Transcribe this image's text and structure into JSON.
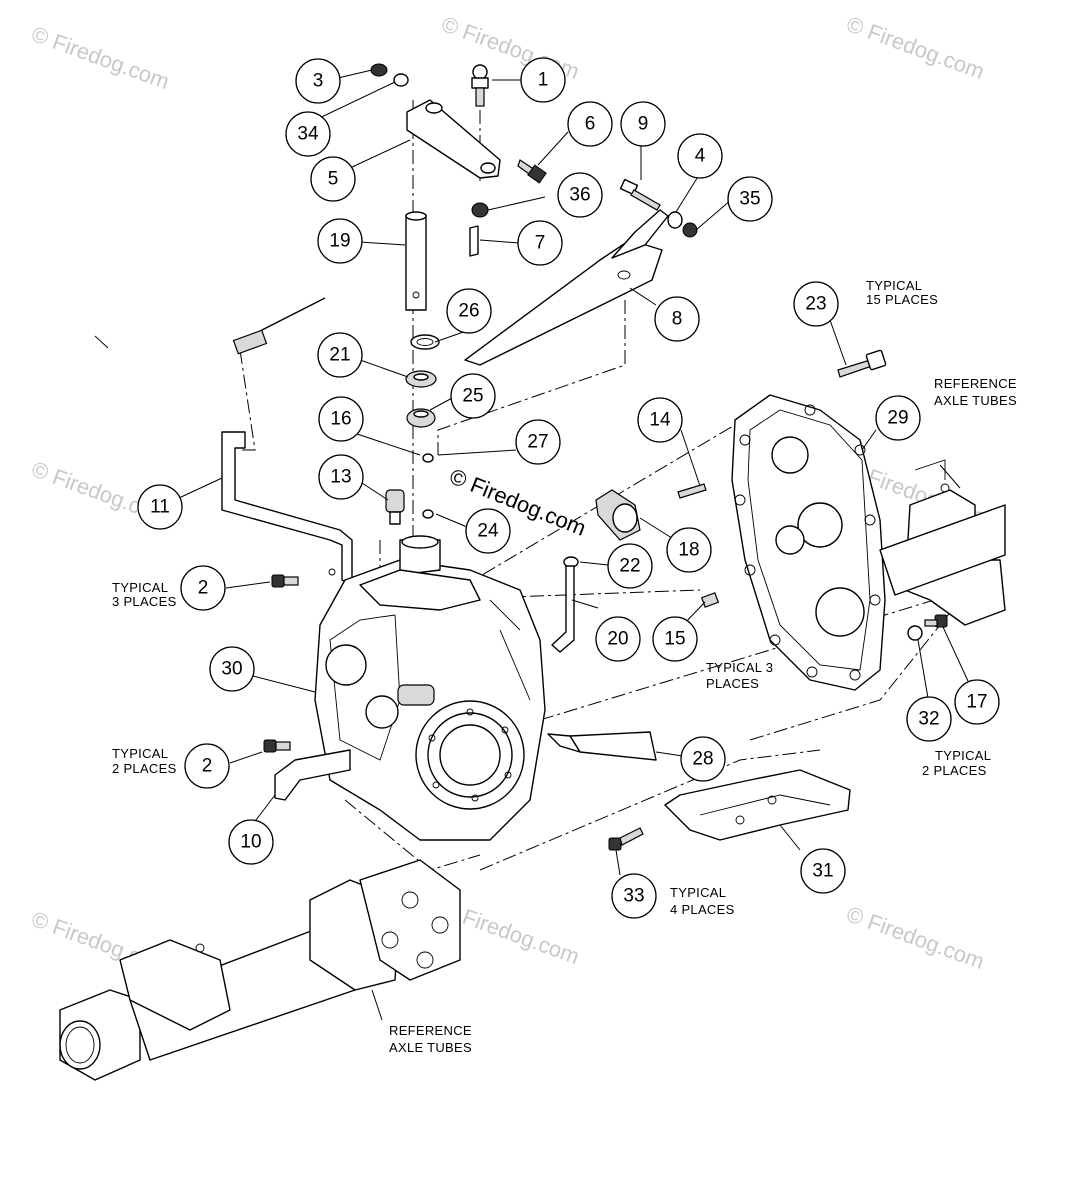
{
  "callouts": [
    {
      "id": "1",
      "label": "1"
    },
    {
      "id": "2a",
      "label": "2"
    },
    {
      "id": "2b",
      "label": "2"
    },
    {
      "id": "3",
      "label": "3"
    },
    {
      "id": "4",
      "label": "4"
    },
    {
      "id": "5",
      "label": "5"
    },
    {
      "id": "6",
      "label": "6"
    },
    {
      "id": "7",
      "label": "7"
    },
    {
      "id": "8",
      "label": "8"
    },
    {
      "id": "9",
      "label": "9"
    },
    {
      "id": "10",
      "label": "10"
    },
    {
      "id": "11",
      "label": "11"
    },
    {
      "id": "13",
      "label": "13"
    },
    {
      "id": "14",
      "label": "14"
    },
    {
      "id": "15",
      "label": "15"
    },
    {
      "id": "16",
      "label": "16"
    },
    {
      "id": "17",
      "label": "17"
    },
    {
      "id": "18",
      "label": "18"
    },
    {
      "id": "19",
      "label": "19"
    },
    {
      "id": "20",
      "label": "20"
    },
    {
      "id": "21",
      "label": "21"
    },
    {
      "id": "22",
      "label": "22"
    },
    {
      "id": "23",
      "label": "23"
    },
    {
      "id": "24",
      "label": "24"
    },
    {
      "id": "25",
      "label": "25"
    },
    {
      "id": "26",
      "label": "26"
    },
    {
      "id": "27",
      "label": "27"
    },
    {
      "id": "28",
      "label": "28"
    },
    {
      "id": "29",
      "label": "29"
    },
    {
      "id": "30",
      "label": "30"
    },
    {
      "id": "31",
      "label": "31"
    },
    {
      "id": "32",
      "label": "32"
    },
    {
      "id": "33",
      "label": "33"
    },
    {
      "id": "34",
      "label": "34"
    },
    {
      "id": "35",
      "label": "35"
    },
    {
      "id": "36",
      "label": "36"
    }
  ],
  "notes": {
    "typical_15_l1": "TYPICAL",
    "typical_15_l2": "15 PLACES",
    "ref_axle_right_l1": "REFERENCE",
    "ref_axle_right_l2": "AXLE TUBES",
    "typical_3_left_l1": "TYPICAL",
    "typical_3_left_l2": "3 PLACES",
    "typical_2_left_l1": "TYPICAL",
    "typical_2_left_l2": "2 PLACES",
    "typical_3_mid_l1": "TYPICAL 3",
    "typical_3_mid_l2": "PLACES",
    "typical_2_right_l1": "TYPICAL",
    "typical_2_right_l2": "2 PLACES",
    "typical_4_l1": "TYPICAL",
    "typical_4_l2": "4 PLACES",
    "ref_axle_bottom_l1": "REFERENCE",
    "ref_axle_bottom_l2": "AXLE TUBES"
  },
  "watermark": {
    "main": "© Firedog.com",
    "faint": "© Firedog.com"
  },
  "colors": {
    "line": "#000000",
    "background": "#ffffff",
    "watermark": "#c8c8c8"
  }
}
